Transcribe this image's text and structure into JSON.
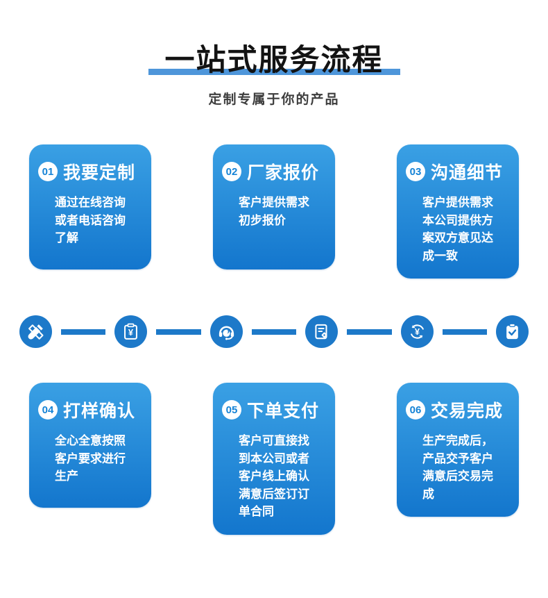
{
  "header": {
    "title": "一站式服务流程",
    "subtitle": "定制专属于你的产品"
  },
  "steps": [
    {
      "num": "01",
      "title": "我要定制",
      "desc": "通过在线咨询或者电话咨询了解"
    },
    {
      "num": "02",
      "title": "厂家报价",
      "desc": "客户提供需求初步报价"
    },
    {
      "num": "03",
      "title": "沟通细节",
      "desc": "客户提供需求本公司提供方案双方意见达成一致"
    },
    {
      "num": "04",
      "title": "打样确认",
      "desc": "全心全意按照客户要求进行生产"
    },
    {
      "num": "05",
      "title": "下单支付",
      "desc": "客户可直接找到本公司或者客户线上确认满意后签订订单合同"
    },
    {
      "num": "06",
      "title": "交易完成",
      "desc": "生产完成后，产品交予客户满意后交易完成"
    }
  ],
  "timeline": {
    "icons": [
      "crossed-pens-icon",
      "quote-clipboard-icon",
      "customer-service-icon",
      "order-document-icon",
      "payment-exchange-icon",
      "completed-clipboard-icon"
    ]
  },
  "colors": {
    "card_gradient_top": "#3aa0e4",
    "card_gradient_bottom": "#1376cd",
    "icon_circle_blue": "#1d79c9",
    "title_underline": "#4e96da",
    "badge_number_blue": "#1583d6",
    "title_text": "#131313",
    "subtitle_text": "#3d3d3d"
  }
}
